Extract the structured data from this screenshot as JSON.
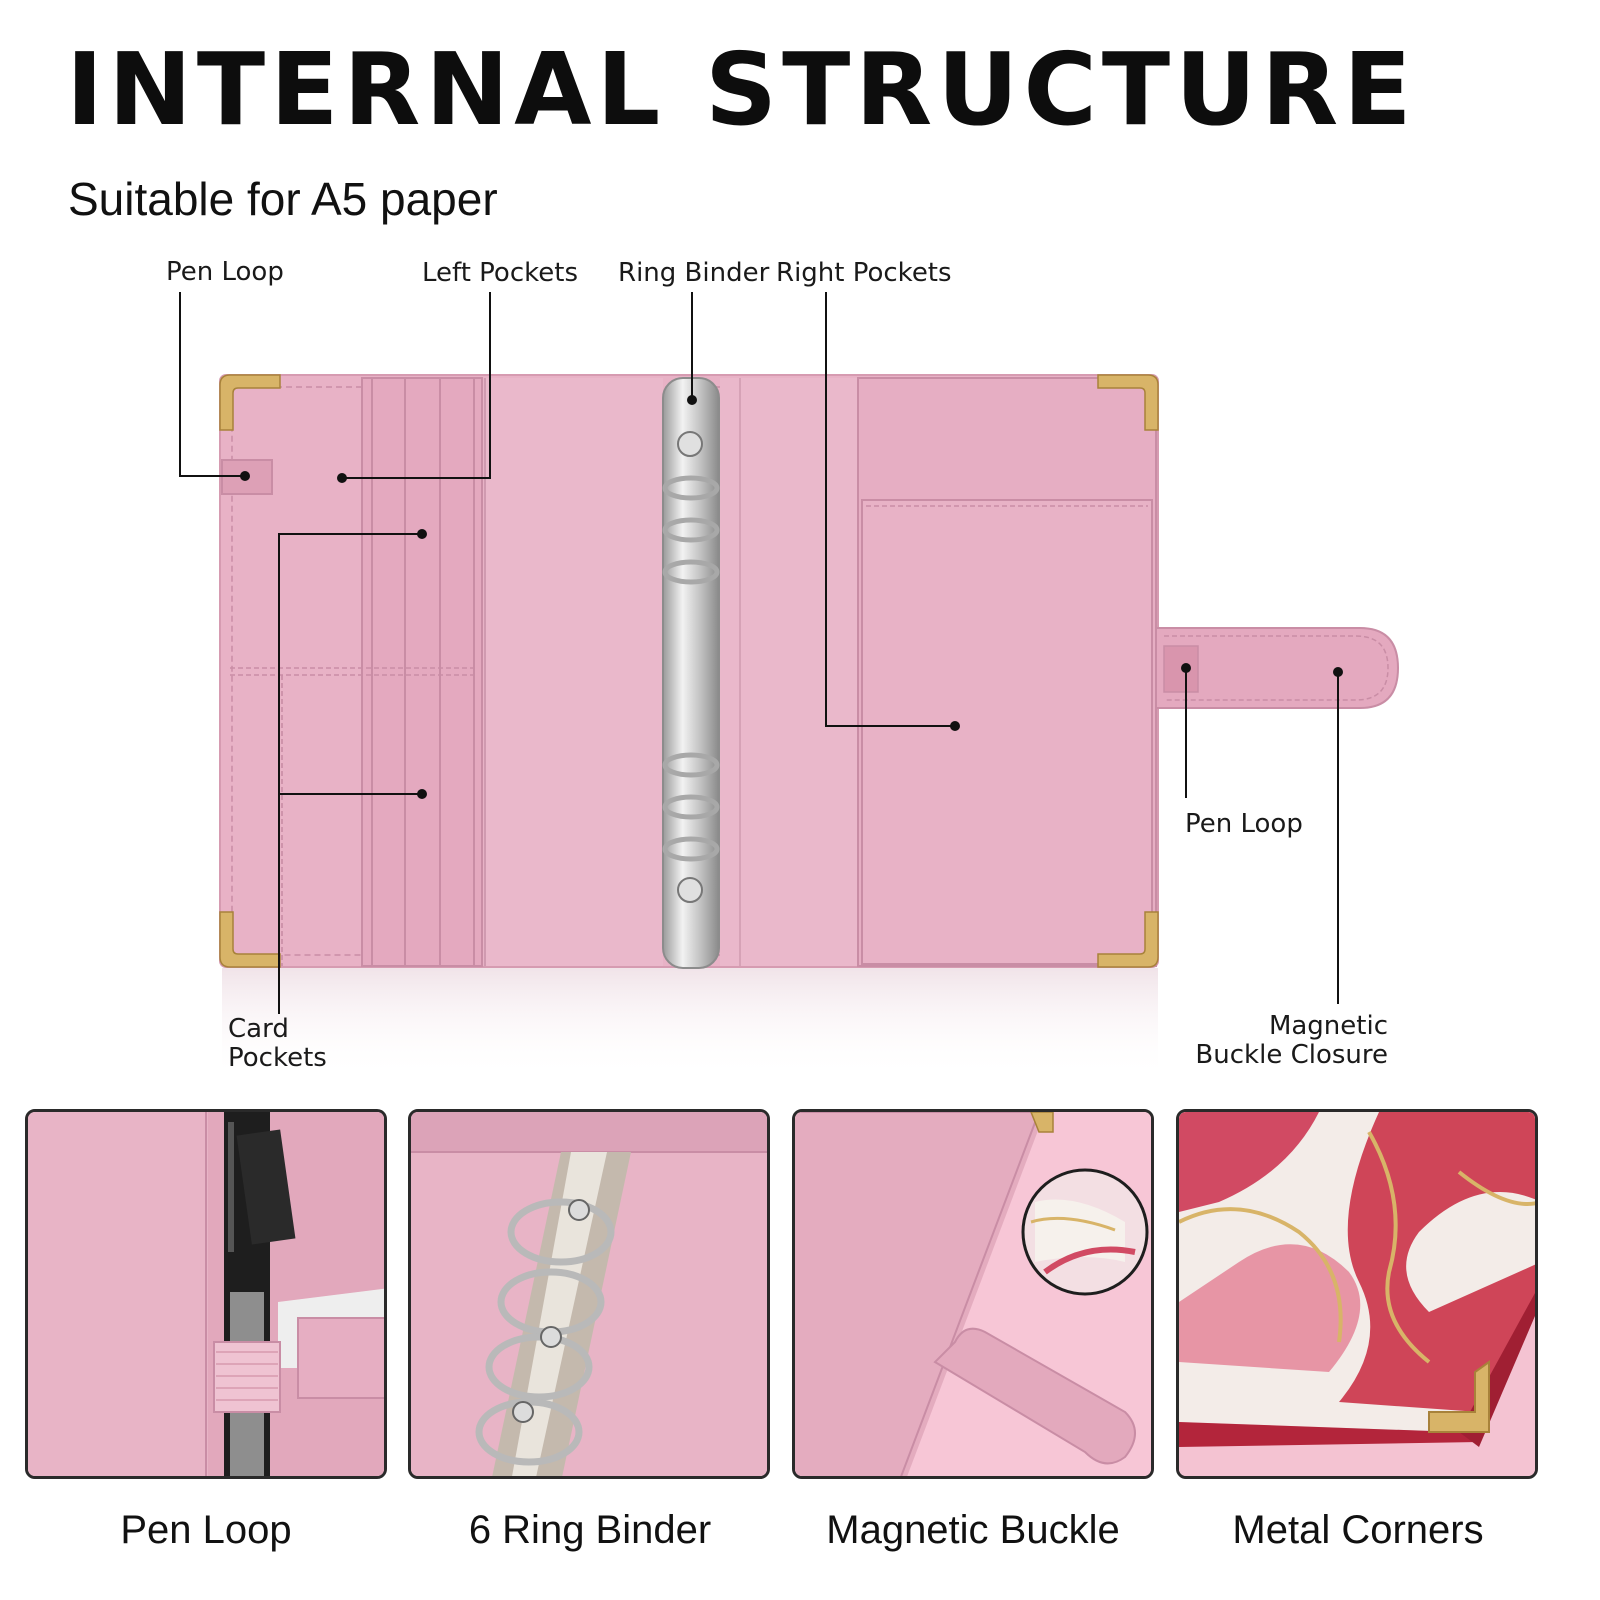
{
  "header": {
    "title": "INTERNAL STRUCTURE",
    "subtitle": "Suitable for A5 paper"
  },
  "callouts": {
    "pen_loop_left": "Pen Loop",
    "left_pockets": "Left Pockets",
    "ring_binder": "Ring Binder",
    "right_pockets": "Right Pockets",
    "pen_loop_right": "Pen Loop",
    "card_pockets_line1": "Card",
    "card_pockets_line2": "Pockets",
    "magnetic_line1": "Magnetic",
    "magnetic_line2": "Buckle Closure"
  },
  "thumbnails": [
    {
      "caption": "Pen Loop"
    },
    {
      "caption": "6 Ring Binder"
    },
    {
      "caption": "Magnetic Buckle"
    },
    {
      "caption": "Metal Corners"
    }
  ],
  "colors": {
    "binder_pink": "#e8b2c6",
    "binder_stitch": "#c98da5",
    "metal_gold": "#d8b468",
    "ring_silver": "#c9c9c9",
    "marble_red": "#c8283e"
  }
}
